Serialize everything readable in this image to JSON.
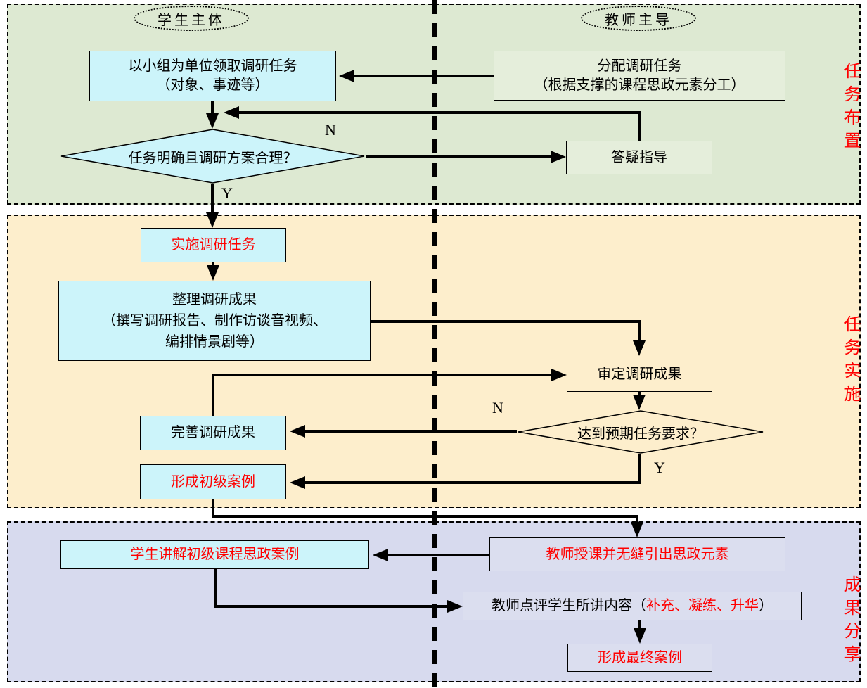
{
  "lanes": {
    "student": "学生主体",
    "teacher": "教师主导"
  },
  "phases": [
    {
      "label": "任务布置"
    },
    {
      "label": "任务实施"
    },
    {
      "label": "成果分享"
    }
  ],
  "nodes": {
    "receive": {
      "line1": "以小组为单位领取调研任务",
      "line2": "（对象、事迹等）"
    },
    "assign": {
      "line1": "分配调研任务",
      "line2": "（根据支撑的课程思政元素分工）"
    },
    "decision_plan": {
      "text": "任务明确且调研方案合理？"
    },
    "guidance": {
      "text": "答疑指导"
    },
    "implement": {
      "text": "实施调研任务"
    },
    "organize": {
      "line1": "整理调研成果",
      "line2": "（撰写调研报告、制作访谈音视频、",
      "line3": "编排情景剧等）"
    },
    "review": {
      "text": "审定调研成果"
    },
    "decision_meet": {
      "text": "达到预期任务要求？"
    },
    "improve": {
      "text": "完善调研成果"
    },
    "initial_case": {
      "text": "形成初级案例"
    },
    "student_present": {
      "text": "学生讲解初级课程思政案例"
    },
    "teacher_lecture": {
      "text": "教师授课并无缝引出思政元素"
    },
    "teacher_comment": {
      "prefix": "教师点评学生所讲内容（",
      "highlight": "补充、凝练、升华",
      "suffix": "）"
    },
    "final_case": {
      "text": "形成最终案例"
    }
  },
  "branch_labels": {
    "plan_no": "N",
    "plan_yes": "Y",
    "meet_no": "N",
    "meet_yes": "Y"
  },
  "colors": {
    "phase1_bg": "#dde9d2",
    "phase2_bg": "#fdeecc",
    "phase3_bg": "#d7daee",
    "student_node_bg": "#ccf4fa",
    "teacher_node_green_bg": "#e5eedb",
    "teacher_node_purple_bg": "#dbdeef",
    "accent_red": "#ff0000",
    "line": "#000000"
  }
}
